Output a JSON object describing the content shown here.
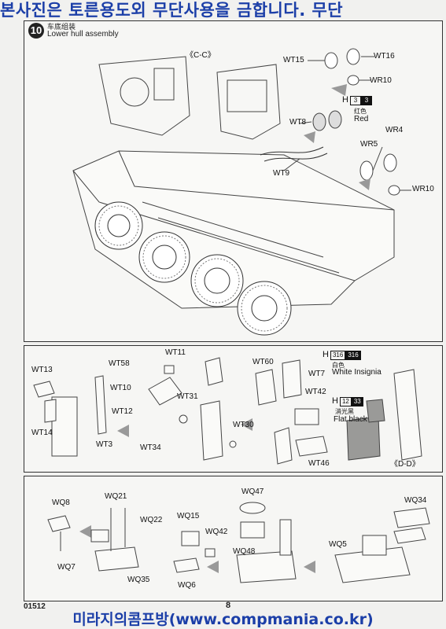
{
  "watermark": {
    "top": "본사진은 토른용도외 무단사용을 금합니다. 무단",
    "bottom": "미라지의콤프방(www.compmania.co.kr)"
  },
  "step": {
    "number": "10",
    "title_cn": "车底组装",
    "title_en": "Lower hull assembly"
  },
  "view_cc": "《C-C》",
  "view_dd": "《D-D》",
  "panel1_labels": {
    "wt15": "WT15",
    "wt16": "WT16",
    "wr10a": "WR10",
    "wt8": "WT8",
    "wt9": "WT9",
    "wr4": "WR4",
    "wr5": "WR5",
    "wr10b": "WR10"
  },
  "paint_red": {
    "prefix": "H",
    "code1": "3",
    "code2": "3",
    "cn": "红色",
    "en": "Red"
  },
  "panel2_labels": {
    "wt13": "WT13",
    "wt14": "WT14",
    "wt3": "WT3",
    "wt12": "WT12",
    "wt58": "WT58",
    "wt10": "WT10",
    "wt11": "WT11",
    "wt31": "WT31",
    "wt34": "WT34",
    "wt30": "WT30",
    "wt60": "WT60",
    "wt7": "WT7",
    "wt42": "WT42",
    "wt46": "WT46"
  },
  "paint_white": {
    "prefix": "H",
    "code1": "316",
    "code2": "316",
    "cn": "白色",
    "en": "White Insignia"
  },
  "paint_black": {
    "prefix": "H",
    "code1": "12",
    "code2": "33",
    "cn": "消光黑",
    "en": "Flat black"
  },
  "panel3_labels": {
    "wq8": "WQ8",
    "wq21": "WQ21",
    "wq22": "WQ22",
    "wq7": "WQ7",
    "wq35": "WQ35",
    "wq15": "WQ15",
    "wq42": "WQ42",
    "wq6": "WQ6",
    "wq47": "WQ47",
    "wq48": "WQ48",
    "wq34": "WQ34",
    "wq5": "WQ5"
  },
  "footer": {
    "code": "01512",
    "page": "8"
  }
}
